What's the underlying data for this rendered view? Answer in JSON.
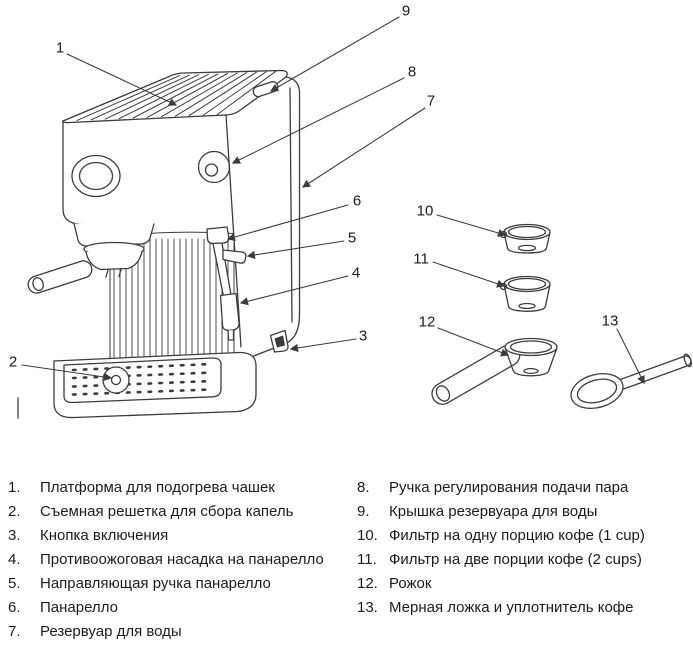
{
  "diagram": {
    "callouts": {
      "c1": "1",
      "c2": "2",
      "c3": "3",
      "c4": "4",
      "c5": "5",
      "c6": "6",
      "c7": "7",
      "c8": "8",
      "c9": "9",
      "c10": "10",
      "c11": "11",
      "c12": "12",
      "c13": "13"
    }
  },
  "legend": {
    "left": [
      {
        "num": "1.",
        "text": "Платформа для подогрева чашек"
      },
      {
        "num": "2.",
        "text": "Съемная решетка для сбора капель"
      },
      {
        "num": "3.",
        "text": "Кнопка включения"
      },
      {
        "num": "4.",
        "text": "Противоожоговая насадка на панарелло"
      },
      {
        "num": "5.",
        "text": "Направляющая ручка панарелло"
      },
      {
        "num": "6.",
        "text": "Панарелло"
      },
      {
        "num": "7.",
        "text": "Резервуар для воды"
      }
    ],
    "right": [
      {
        "num": "8.",
        "text": "Ручка регулирования подачи пара"
      },
      {
        "num": "9.",
        "text": "Крышка резервуара для воды"
      },
      {
        "num": "10.",
        "text": "Фильтр на одну порцию кофе (1 cup)"
      },
      {
        "num": "11.",
        "text": "Фильтр на две порции кофе (2 cups)"
      },
      {
        "num": "12.",
        "text": "Рожок"
      },
      {
        "num": "13.",
        "text": "Мерная ложка и уплотнитель кофе"
      }
    ]
  },
  "colors": {
    "line": "#3c3c3c",
    "text": "#1c1c1c",
    "background": "#ffffff"
  }
}
